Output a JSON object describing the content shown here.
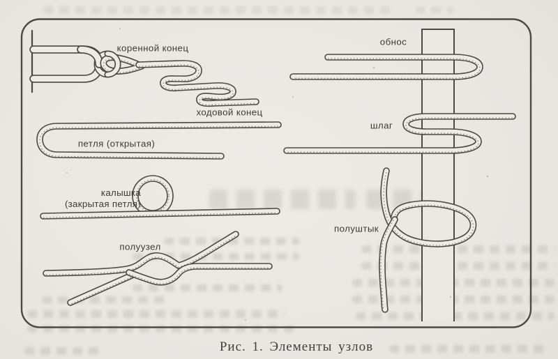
{
  "figure": {
    "caption": "Рис. 1. Элементы узлов",
    "labels": {
      "korennoy": "коренной конец",
      "khodovoy": "ходовой конец",
      "petlya": "петля (открытая)",
      "kalyshka1": "калышка",
      "kalyshka2": "(закрытая петля)",
      "poluuzel": "полуузел",
      "obnos": "обнос",
      "shlag": "шлаг",
      "polushtyk": "полуштык"
    },
    "colors": {
      "paper": "#e8e6e1",
      "ink": "#4a4943",
      "rope-core": "#edebe6",
      "label-ink": "#3b3a33",
      "bleed": "#b9b6ad"
    }
  }
}
